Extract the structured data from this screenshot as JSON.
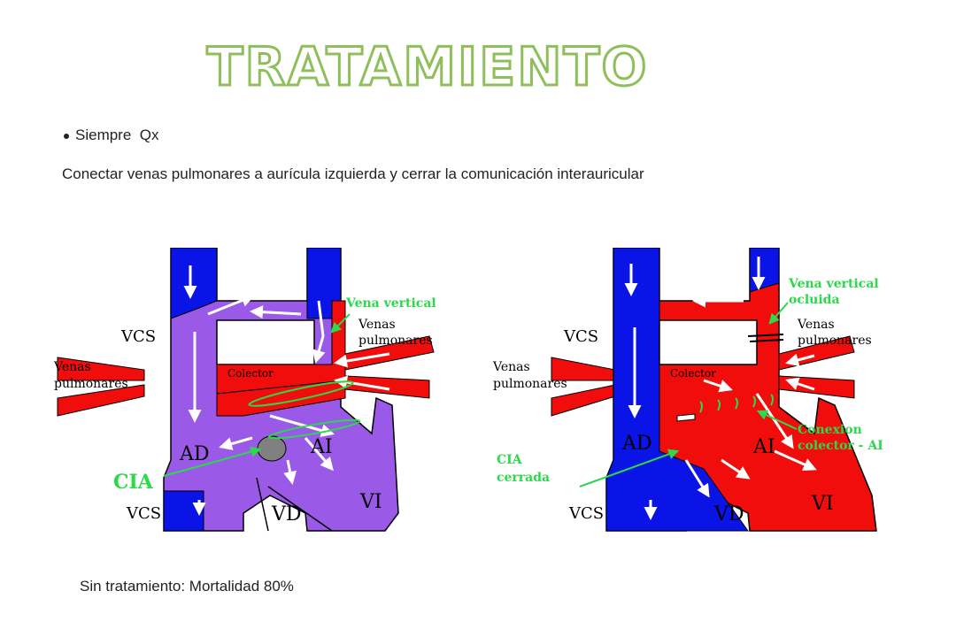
{
  "slide": {
    "title": "TRATAMIENTO",
    "bullet": "Siempre  Qx",
    "description": "Conectar venas pulmonares a aurícula izquierda y cerrar la comunicación interauricular",
    "footer": "Sin tratamiento: Mortalidad 80%"
  },
  "diagram_before": {
    "labels": {
      "vcs_top": "VCS",
      "vcs_bottom": "VCS",
      "venas_left_1": "Venas",
      "venas_left_2": "pulmonares",
      "venas_right_1": "Venas",
      "venas_right_2": "pulmonares",
      "vena_vertical": "Vena vertical",
      "colector": "Colector",
      "ad": "AD",
      "ai": "AI",
      "vd": "VD",
      "vi": "VI",
      "cia": "CIA"
    }
  },
  "diagram_after": {
    "labels": {
      "vcs_top": "VCS",
      "vcs_bottom": "VCS",
      "venas_left_1": "Venas",
      "venas_left_2": "pulmonares",
      "venas_right_1": "Venas",
      "venas_right_2": "pulmonares",
      "vena_vertical_1": "Vena vertical",
      "vena_vertical_2": "ocluida",
      "colector": "Colector",
      "ad": "AD",
      "ai": "AI",
      "vd": "VD",
      "vi": "VI",
      "cia_1": "CIA",
      "cia_2": "cerrada",
      "conexion_1": "Conexion",
      "conexion_2": "colector - AI"
    }
  },
  "colors": {
    "title_fill": "#ffffff",
    "title_stroke": "#8fbf5a",
    "venous_blue": "#0a14e6",
    "mixed_purple": "#9b59e8",
    "arterial_red": "#f20d0d",
    "annotation_green": "#2bd94a",
    "outline": "#000000"
  }
}
